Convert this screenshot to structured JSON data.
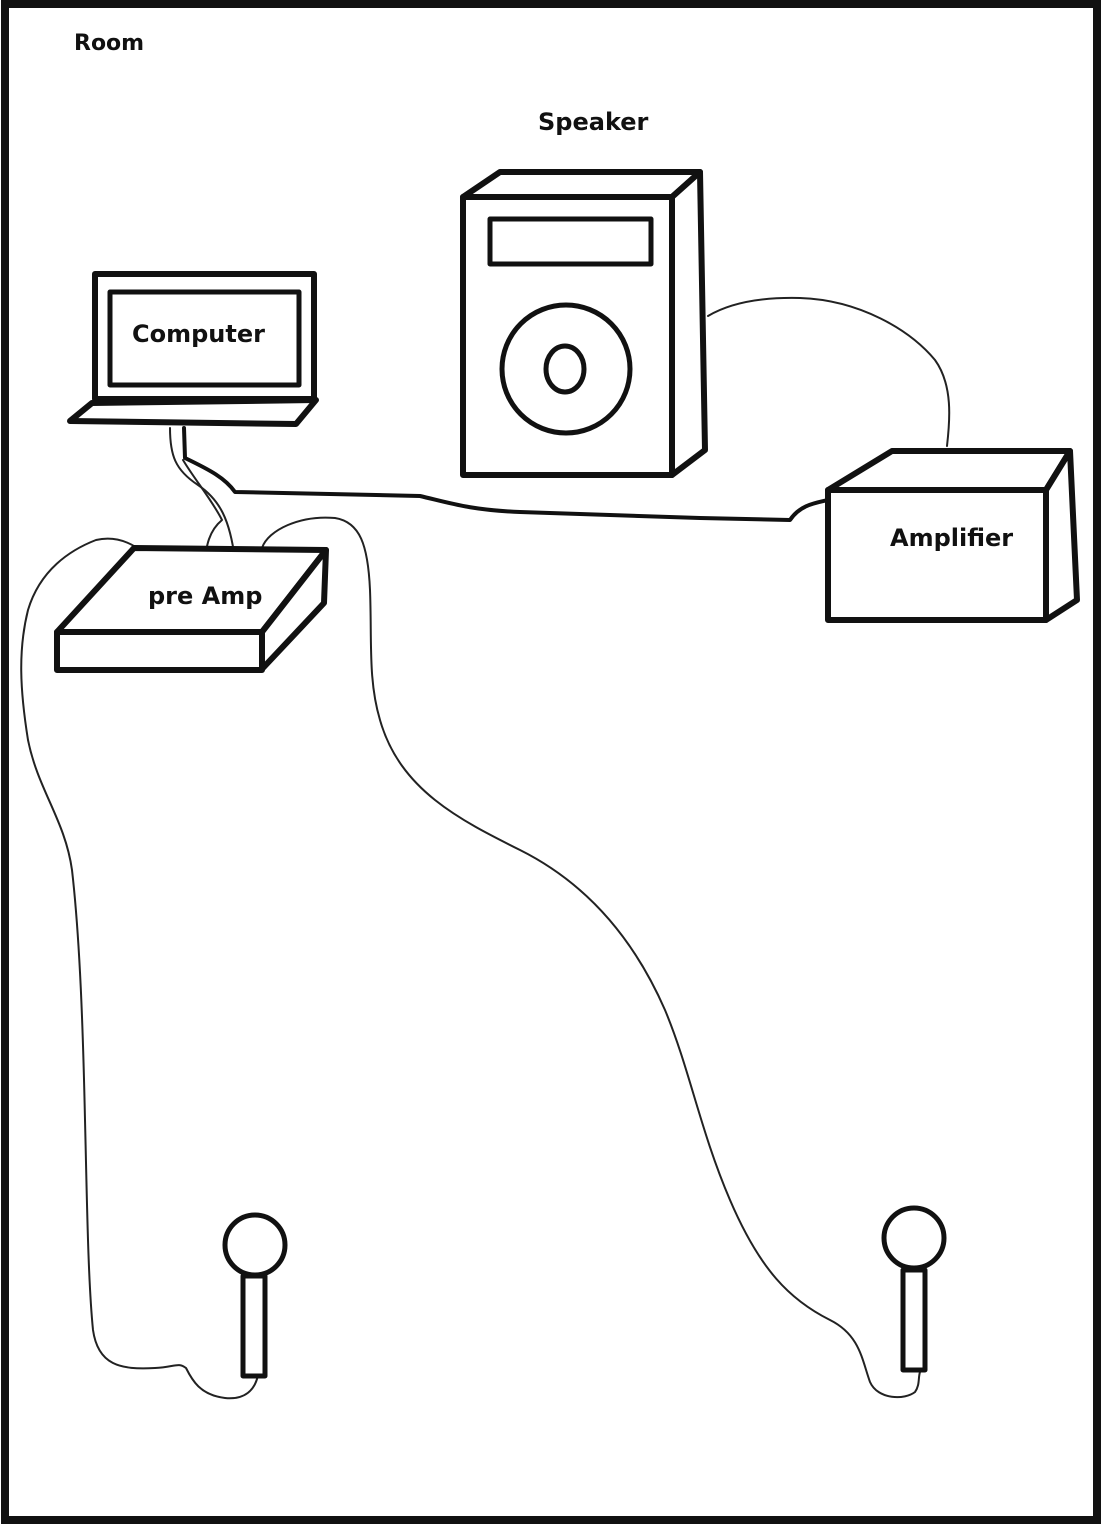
{
  "labels": {
    "room": "Room",
    "speaker": "Speaker",
    "computer": "Computer",
    "preamp": "pre Amp",
    "amplifier": "Amplifier"
  },
  "colors": {
    "ink": "#111111",
    "background": "#ffffff"
  },
  "connections": [
    {
      "from": "computer",
      "to": "amplifier",
      "style": "thick"
    },
    {
      "from": "amplifier",
      "to": "speaker",
      "style": "thin"
    },
    {
      "from": "computer",
      "to": "preamp",
      "style": "thin"
    },
    {
      "from": "microphone-left",
      "to": "preamp",
      "style": "thin"
    },
    {
      "from": "microphone-right",
      "to": "preamp",
      "style": "thin"
    }
  ]
}
